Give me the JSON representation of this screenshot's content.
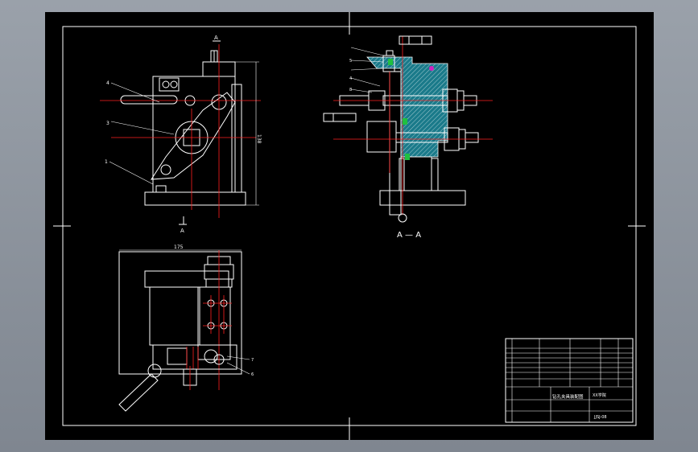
{
  "section_label_top": "A",
  "section_label_bottom": "A",
  "section_title": "A — A",
  "tb_name": "钻孔夹具装配图",
  "tb_drawing_no": "JJSJ-08",
  "tb_school": "XX学院",
  "colors": {
    "background": "#000000",
    "lines": "#ffffff",
    "centerlines": "#ff2020",
    "dims": "#38c8e8",
    "frame": "#8d939c"
  }
}
